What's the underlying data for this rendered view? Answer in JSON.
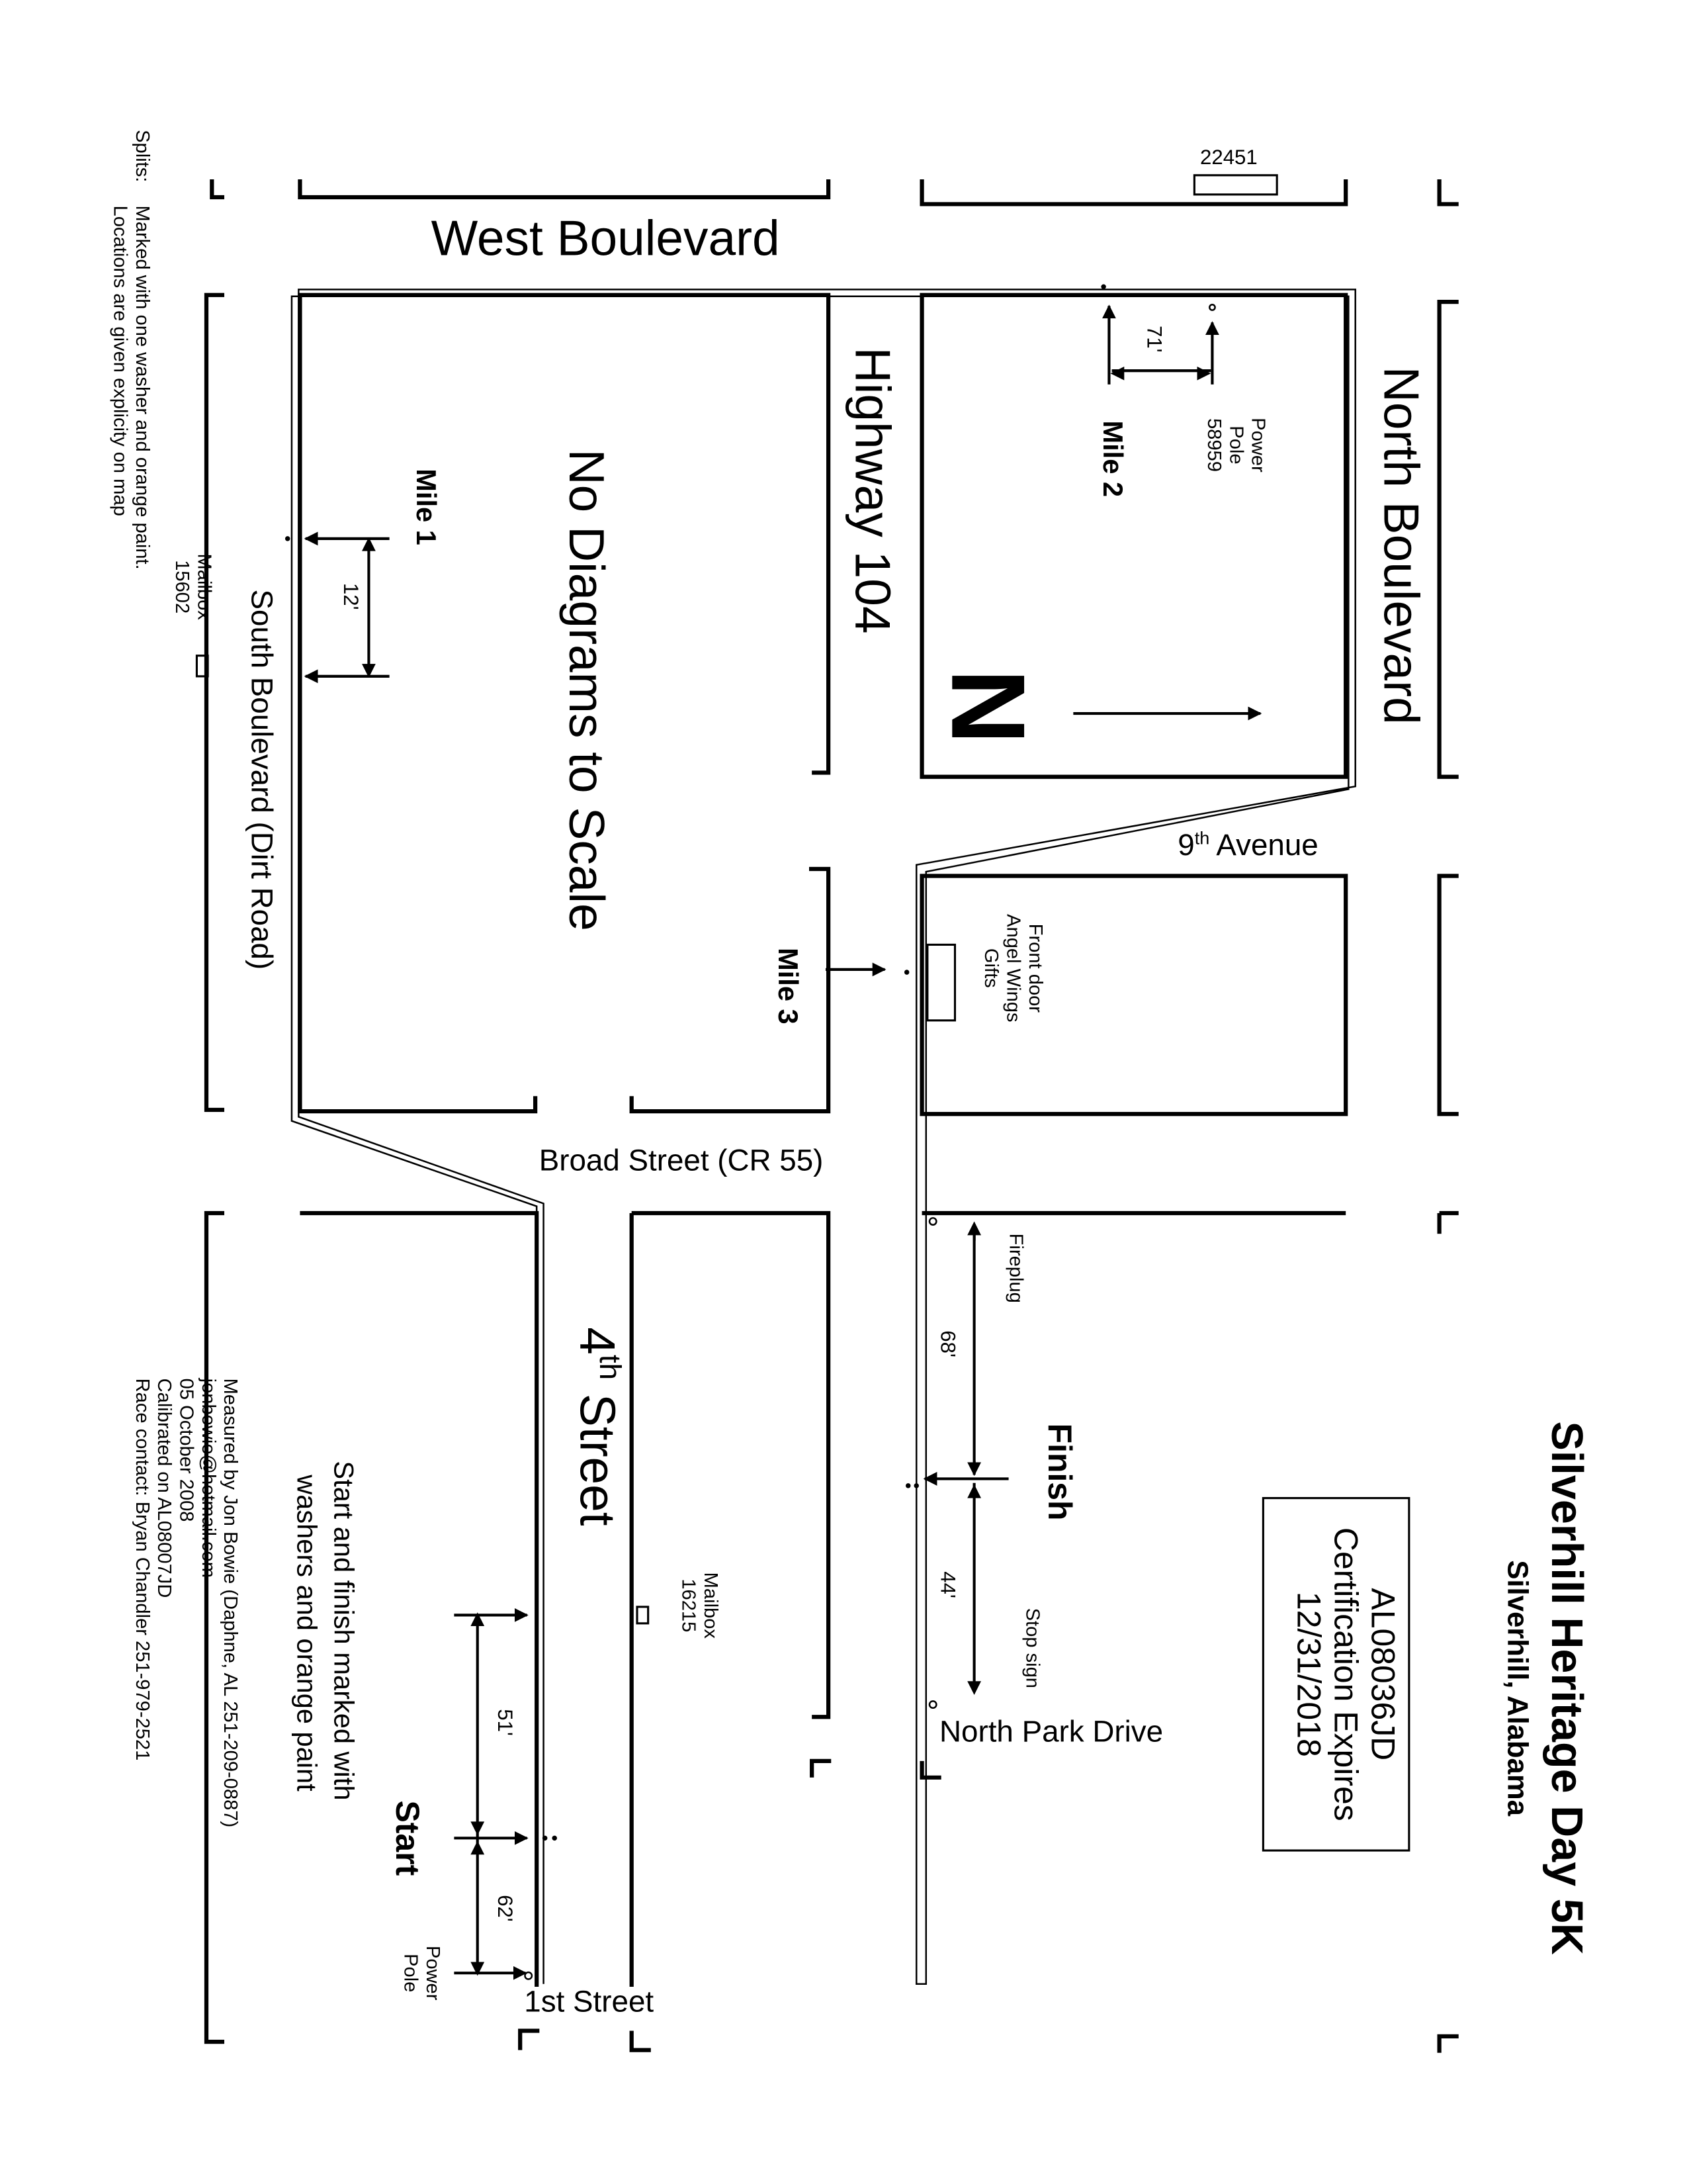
{
  "title": "Silverhill Heritage Day  5K",
  "location": "Silverhill, Alabama",
  "certification": {
    "number": "AL08036JD",
    "expires_label": "Certification Expires",
    "expires_date": "12/31/2018"
  },
  "note_scale": "No Diagrams to Scale",
  "streets": {
    "west": "West Boulevard",
    "north": "North Boulevard",
    "highway": "Highway 104",
    "south": "South Boulevard (Dirt Road)",
    "ninth_prefix": "9",
    "ninth_sup": "th",
    "ninth_suffix": " Avenue",
    "broad": "Broad Street (CR 55)",
    "fourth_prefix": "4",
    "fourth_sup": "th",
    "fourth_suffix": " Street",
    "north_park": "North Park Drive",
    "first": "1st Street"
  },
  "markers": {
    "mile1": "Mile 1",
    "mile2": "Mile 2",
    "mile3": "Mile 3",
    "finish": "Finish",
    "start": "Start"
  },
  "landmarks": {
    "mailbox_top": "22451",
    "mailbox_15602_label": "Mailbox",
    "mailbox_15602_num": "15602",
    "mailbox_16215_label": "Mailbox",
    "mailbox_16215_num": "16215",
    "power_pole_label_1": "Power",
    "power_pole_label_2": "Pole",
    "power_pole_num": "58959",
    "front_door_1": "Front door",
    "front_door_2": "Angel Wings",
    "front_door_3": "Gifts",
    "fireplug": "Fireplug",
    "stop_sign": "Stop sign",
    "start_pole_1": "Power",
    "start_pole_2": "Pole"
  },
  "distances": {
    "mile1": "12'",
    "mile2": "71'",
    "finish_fireplug": "68'",
    "finish_stop": "44'",
    "start_a": "51'",
    "start_b": "62'"
  },
  "splits": {
    "label": "Splits:",
    "line1": "Marked with one washer and orange paint.",
    "line2": "Locations are given explicity on map"
  },
  "start_finish_note": {
    "line1": "Start and finish marked with",
    "line2": "washers and orange paint"
  },
  "measurement": {
    "line1": "Measured by Jon Bowie (Daphne, AL 251-209-0887)",
    "line2": "jonbowie@hotmail.com",
    "line3": "05 October 2008",
    "line4": "Calibrated on AL08007JD",
    "line5": "Race contact: Bryan Chandler 251-979-2521"
  },
  "north_letter": "N"
}
